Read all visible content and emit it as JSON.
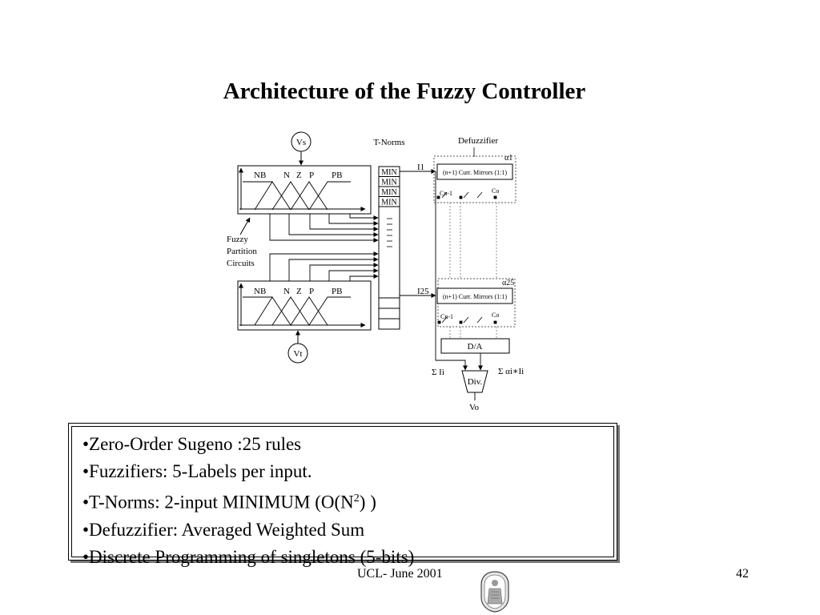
{
  "slide": {
    "title": "Architecture of the Fuzzy Controller",
    "footer": "UCL- June 2001",
    "page_number": "42"
  },
  "diagram": {
    "vs_label": "Vs",
    "vt_label": "Vt",
    "tnorms_label": "T-Norms",
    "defuzzifier_label": "Defuzzifier",
    "membership_labels": [
      "NB",
      "N",
      "Z",
      "P",
      "PB"
    ],
    "partition_label_lines": [
      "Fuzzy",
      "Partition",
      "Circuits"
    ],
    "min_label": "MIN",
    "min_count": 4,
    "alpha_top": "α1",
    "alpha_bottom": "α25",
    "current_top": "I1",
    "current_bottom": "I25",
    "mirror_label": "(n+1) Curr. Mirrors (1:1)",
    "cn1_label": "Cn-1",
    "co_label": "Co",
    "da_label": "D/A",
    "sum_ii_label": "Σ Ii",
    "sum_alpha_label": "Σ αi∗Ii",
    "div_label": "Div.",
    "vo_label": "Vo"
  },
  "bullets": {
    "items": [
      {
        "text": "•Zero-Order Sugeno :25 rules"
      },
      {
        "text": "•Fuzzifiers: 5-Labels per input."
      },
      {
        "text": "•T-Norms: 2-input MINIMUM (O(N",
        "sup": "2",
        "tail": ") )"
      },
      {
        "text": "•Defuzzifier: Averaged Weighted Sum"
      },
      {
        "text": "•Discrete Programming of singletons (5-bits)"
      }
    ]
  }
}
